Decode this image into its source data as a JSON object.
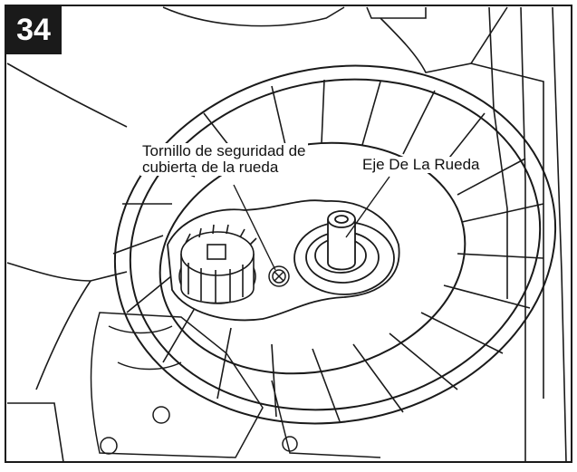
{
  "step": {
    "number": "34"
  },
  "callouts": {
    "wheel_cover_screw": {
      "line1": "Tornillo de seguridad de",
      "line2": "cubierta de la rueda"
    },
    "wheel_axle": "Eje De La Rueda"
  },
  "colors": {
    "line": "#1a1a1a",
    "background": "#ffffff",
    "badge": "#1a1a1a"
  }
}
